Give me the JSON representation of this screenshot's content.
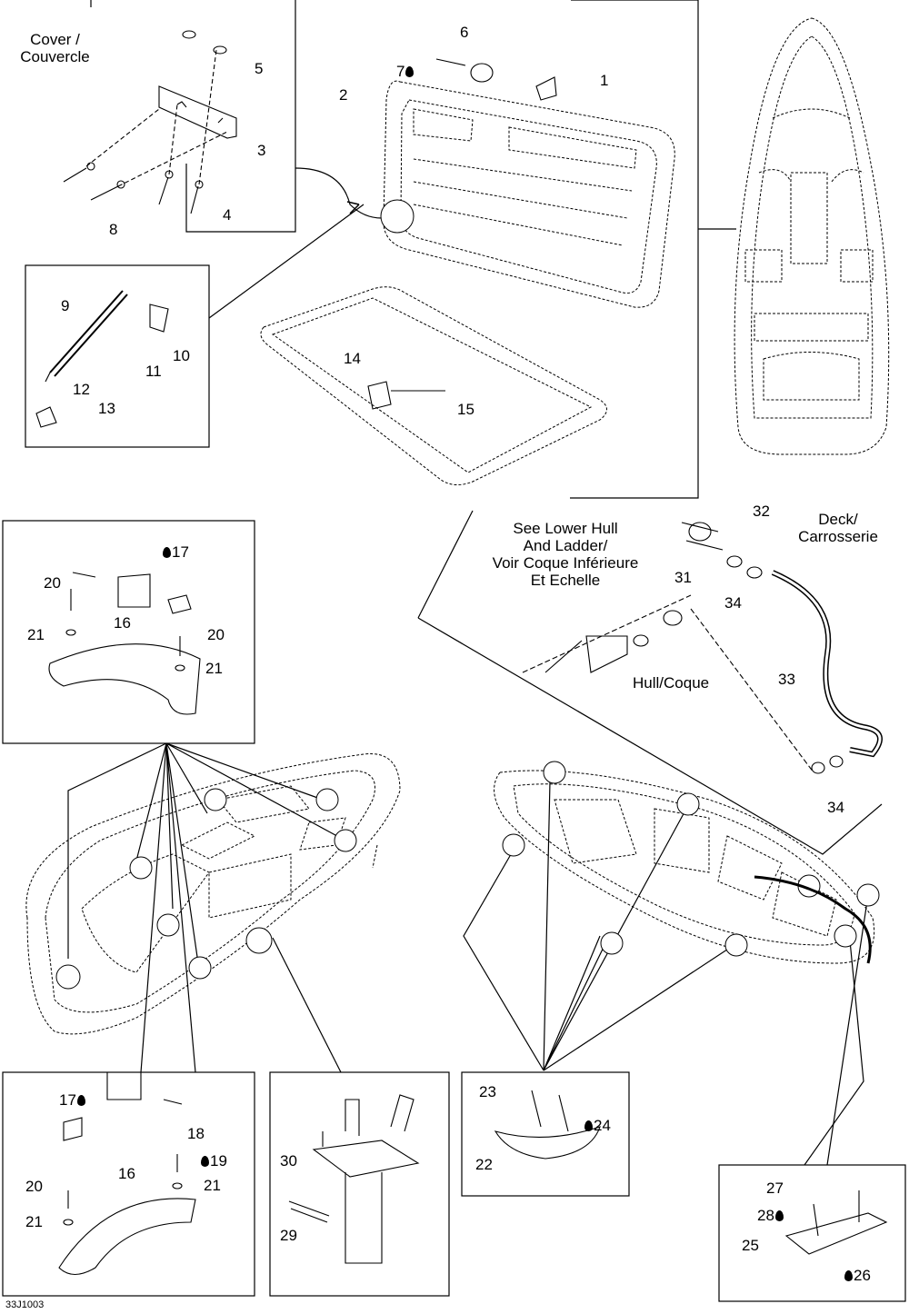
{
  "labels": {
    "cover": "Cover /\nCouvercle",
    "deck": "Deck/\nCarrosserie",
    "see_lower": "See Lower Hull\nAnd Ladder/\nVoir Coque Inférieure\nEt Echelle",
    "hull": "Hull/Coque"
  },
  "callouts": {
    "n1": "1",
    "n2": "2",
    "n3": "3",
    "n4": "4",
    "n5": "5",
    "n6": "6",
    "n7": "7",
    "n8": "8",
    "n9": "9",
    "n10": "10",
    "n11": "11",
    "n12": "12",
    "n13": "13",
    "n14": "14",
    "n15": "15",
    "n16a": "16",
    "n17a": "17",
    "n20a": "20",
    "n20b": "20",
    "n21a": "21",
    "n21b": "21",
    "n16b": "16",
    "n17b": "17",
    "n18": "18",
    "n19": "19",
    "n20c": "20",
    "n21c": "21",
    "n21d": "21",
    "n22": "22",
    "n23": "23",
    "n24": "24",
    "n25": "25",
    "n26": "26",
    "n27": "27",
    "n28": "28",
    "n29": "29",
    "n30": "30",
    "n31": "31",
    "n32": "32",
    "n33": "33",
    "n34a": "34",
    "n34b": "34"
  },
  "footer_code": "33J1003",
  "icons": [
    "adhesive-drop-icon"
  ]
}
